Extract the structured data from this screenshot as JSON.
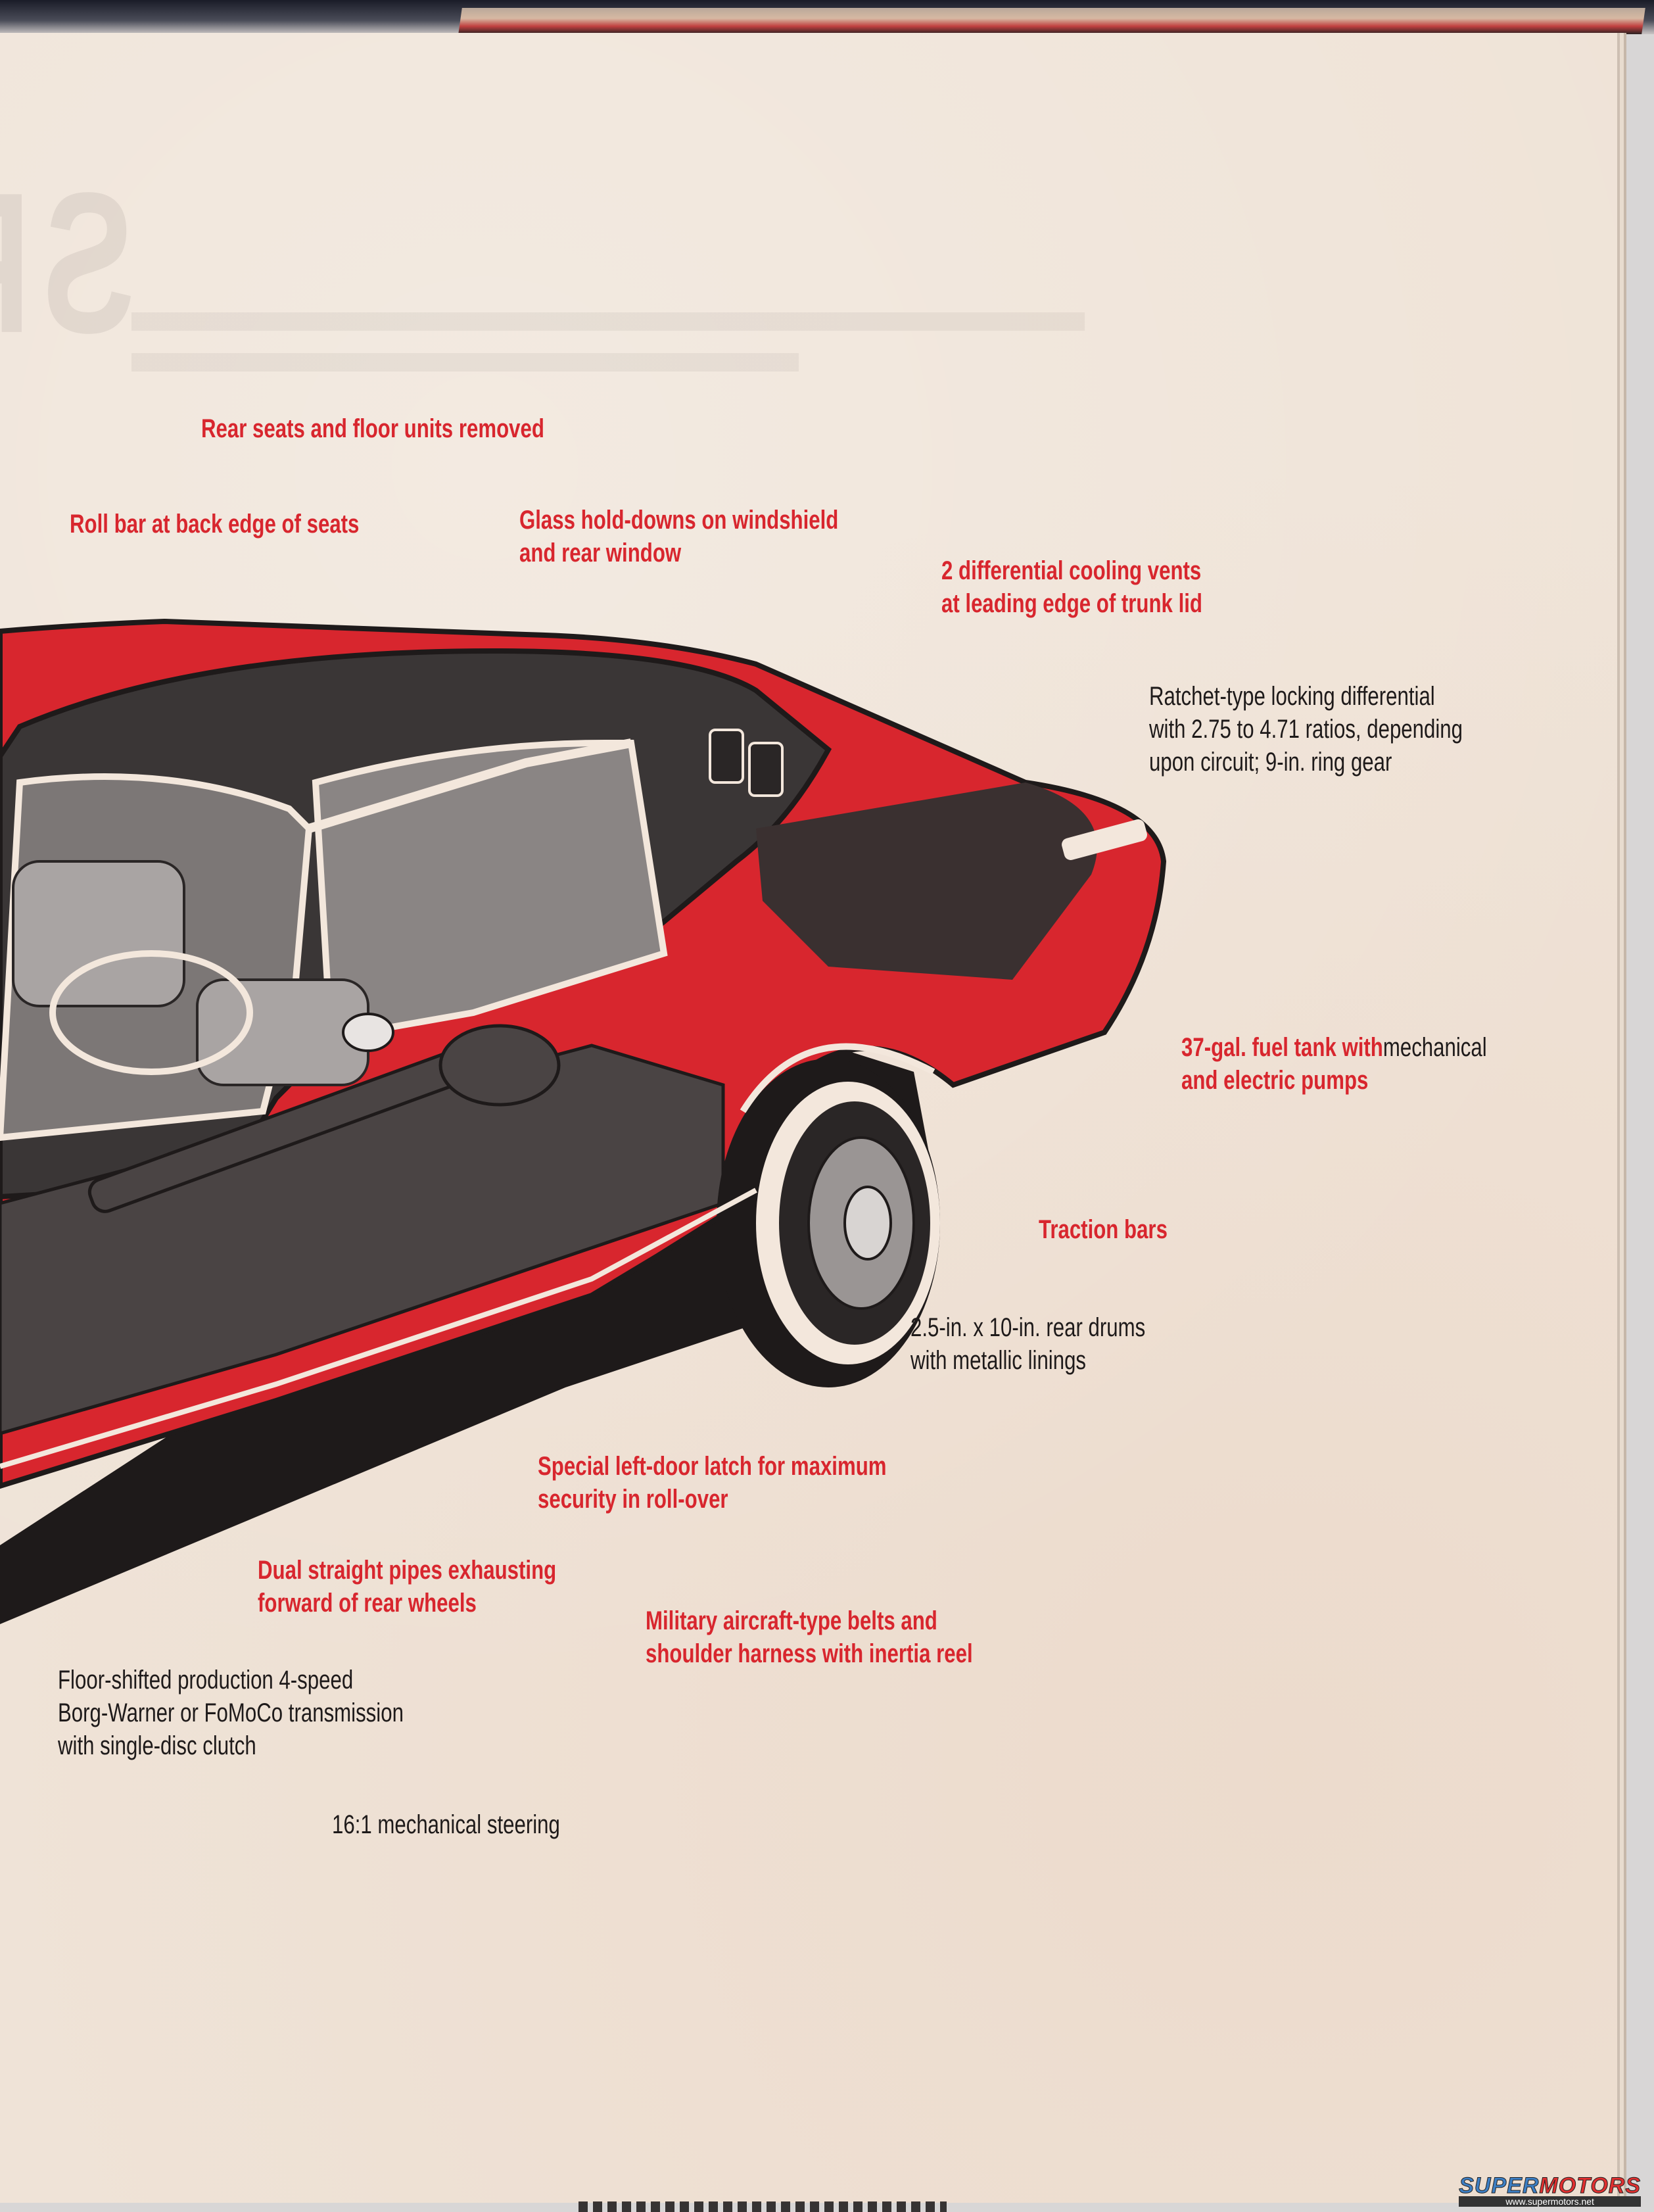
{
  "page": {
    "background_title_bleedthrough": "SPECIAL AWARDS",
    "accent_color": "#d8262e",
    "body_text_color": "#1e1a1a"
  },
  "callouts": {
    "rear_seats": {
      "lines": [
        "Rear seats and floor units removed"
      ],
      "color": "red"
    },
    "roll_bar": {
      "lines": [
        "Roll bar at back edge of seats"
      ],
      "color": "red"
    },
    "glass_holddowns": {
      "lines": [
        "Glass hold-downs on windshield",
        "and rear window"
      ],
      "color": "red"
    },
    "diff_vents": {
      "lines": [
        "2 differential cooling vents",
        "at leading edge of trunk lid"
      ],
      "color": "red"
    },
    "locking_diff": {
      "lines": [
        "Ratchet-type locking differential",
        "with 2.75 to 4.71 ratios, depending",
        "upon circuit; 9-in. ring gear"
      ],
      "color": "black"
    },
    "fuel_tank": {
      "red_part": "37-gal. fuel tank with",
      "black_part": "mechanical",
      "line2": "and electric pumps"
    },
    "traction_bars": {
      "lines": [
        "Traction bars"
      ],
      "color": "red"
    },
    "rear_drums": {
      "lines": [
        "2.5-in. x 10-in. rear drums",
        "with metallic linings"
      ],
      "color": "black"
    },
    "door_latch": {
      "lines": [
        "Special left-door latch for maximum",
        "security in roll-over"
      ],
      "color": "red"
    },
    "dual_pipes": {
      "lines": [
        "Dual straight pipes exhausting",
        "forward of rear wheels"
      ],
      "color": "red"
    },
    "belts": {
      "lines": [
        "Military aircraft-type belts and",
        "shoulder harness with inertia reel"
      ],
      "color": "red"
    },
    "transmission": {
      "lines": [
        "Floor-shifted production 4-speed",
        "Borg-Warner or FoMoCo transmission",
        "with single-disc clutch"
      ],
      "color": "black"
    },
    "steering": {
      "lines": [
        "16:1 mechanical steering"
      ],
      "color": "black"
    }
  },
  "illustration": {
    "subject": "cutaway-race-car-rear-three-quarter",
    "body_color": "#d8262e",
    "shadow_color": "#1e1a1a"
  },
  "watermark": {
    "logo_part1": "SUPER",
    "logo_part2": "MOTORS",
    "url": "www.supermotors.net"
  }
}
